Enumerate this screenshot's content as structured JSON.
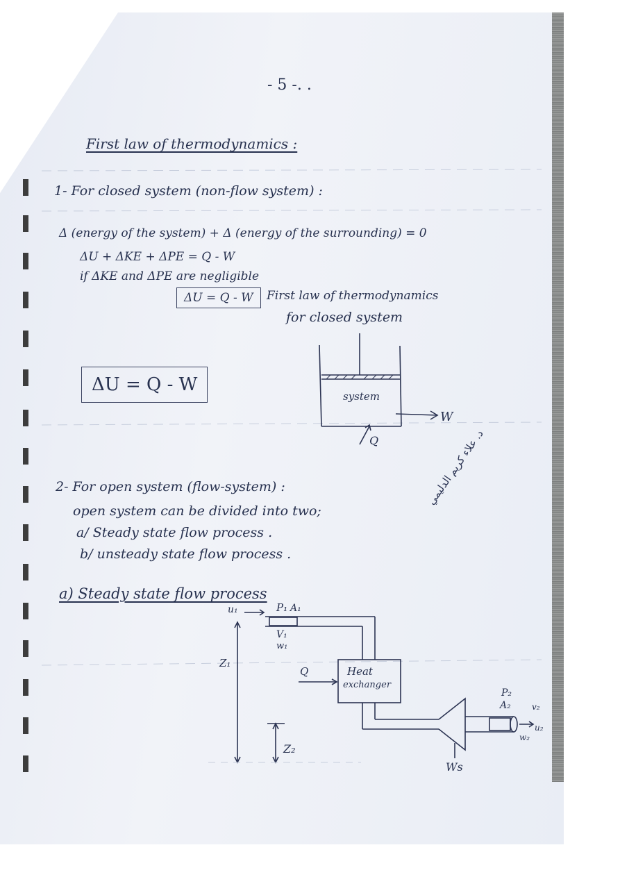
{
  "page_number": "- 5 -. .",
  "heading": "First law of thermodynamics :",
  "section1": {
    "title": "1- For closed system (non-flow system) :",
    "line1": "Δ (energy of the system) + Δ (energy of the surrounding) = 0",
    "line2": "ΔU + ΔKE + ΔPE = Q - W",
    "line3": "if ΔKE and ΔPE are negligible",
    "boxed_eq": "ΔU = Q - W",
    "caption1": "First law of thermodynamics",
    "caption2": "for closed system",
    "big_eq": "ΔU = Q - W",
    "diagram": {
      "system_label": "system",
      "work_label": "W",
      "heat_label": "Q"
    }
  },
  "section2": {
    "title": "2- For open system (flow-system) :",
    "line1": "open system can be divided into two;",
    "item_a": "a/ Steady state flow process .",
    "item_b": "b/ unsteady state flow process .",
    "signature": "د. علاء كريم الدليمي"
  },
  "section_a": {
    "title": "a) Steady state flow process",
    "diagram": {
      "u1": "u₁",
      "p1": "P₁",
      "a1": "A₁",
      "v1": "V₁",
      "w1": "w₁",
      "z1": "Z₁",
      "q": "Q",
      "hx_line1": "Heat",
      "hx_line2": "exchanger",
      "p2": "P₂",
      "a2": "A₂",
      "v2": "v₂",
      "u2": "u₂",
      "w2": "w₂",
      "z2": "Z₂",
      "ws": "Ws"
    }
  }
}
